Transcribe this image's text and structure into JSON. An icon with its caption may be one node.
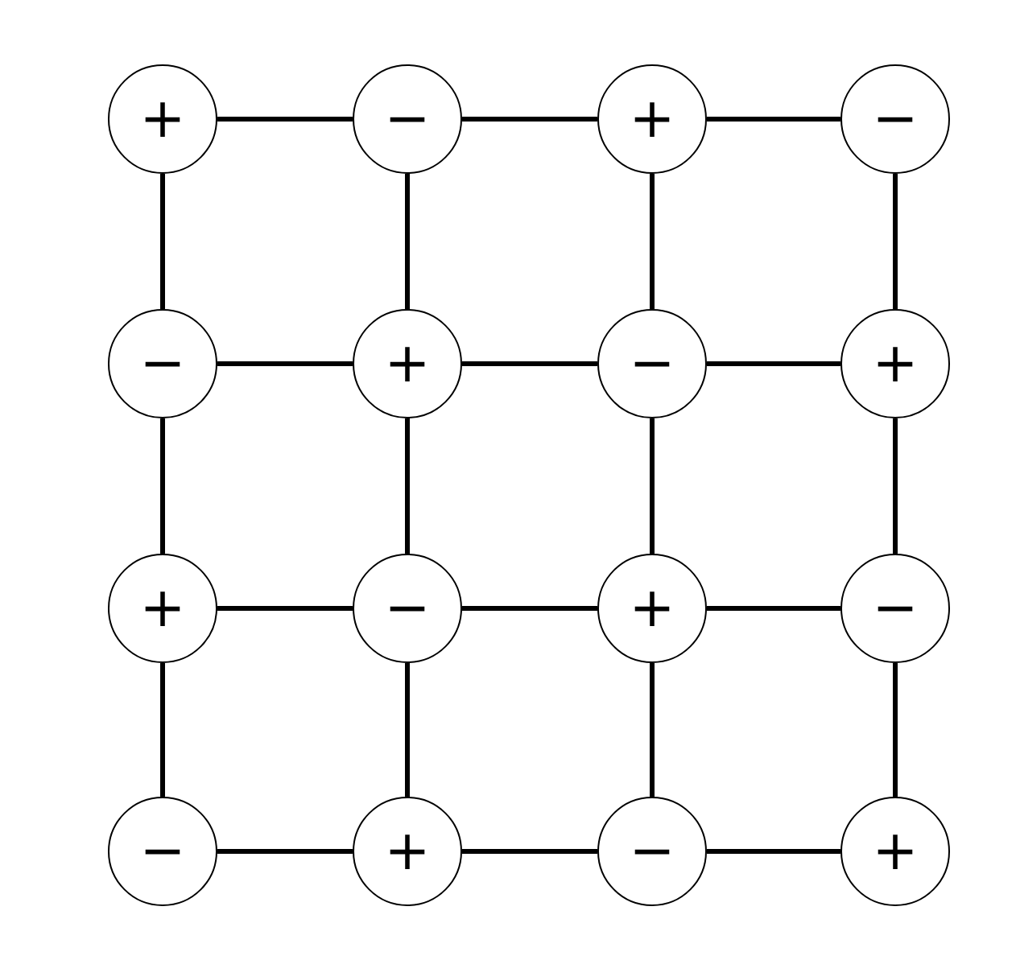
{
  "diagram": {
    "nodes": [
      {
        "text": [
          "+"
        ]
      },
      {
        "text": [
          "−"
        ]
      },
      {
        "text": [
          "+"
        ]
      },
      {
        "text": [
          "−"
        ]
      },
      {
        "text": [
          "−"
        ]
      },
      {
        "text": [
          "+"
        ]
      },
      {
        "text": [
          "−"
        ]
      },
      {
        "text": [
          "+"
        ]
      },
      {
        "text": [
          "+"
        ]
      },
      {
        "text": [
          "−"
        ]
      },
      {
        "text": [
          "+"
        ]
      },
      {
        "text": [
          "−"
        ]
      },
      {
        "text": [
          "−"
        ]
      },
      {
        "text": [
          "+"
        ]
      },
      {
        "text": [
          "−"
        ]
      },
      {
        "text": [
          "+"
        ]
      }
    ],
    "edges": [
      {
        "from": 0,
        "to": 1,
        "arrow": "none"
      },
      {
        "from": 1,
        "to": 2,
        "arrow": "none"
      },
      {
        "from": 2,
        "to": 3,
        "arrow": "none"
      },
      {
        "from": 0,
        "to": 4,
        "arrow": "none"
      },
      {
        "from": 1,
        "to": 5,
        "arrow": "none"
      },
      {
        "from": 2,
        "to": 6,
        "arrow": "none"
      },
      {
        "from": 3,
        "to": 7,
        "arrow": "none"
      },
      {
        "from": 4,
        "to": 5,
        "arrow": "none"
      },
      {
        "from": 5,
        "to": 6,
        "arrow": "none"
      },
      {
        "from": 6,
        "to": 7,
        "arrow": "none"
      },
      {
        "from": 4,
        "to": 8,
        "arrow": "none"
      },
      {
        "from": 5,
        "to": 9,
        "arrow": "none"
      },
      {
        "from": 6,
        "to": 10,
        "arrow": "none"
      },
      {
        "from": 7,
        "to": 11,
        "arrow": "none"
      },
      {
        "from": 8,
        "to": 9,
        "arrow": "none"
      },
      {
        "from": 9,
        "to": 10,
        "arrow": "none"
      },
      {
        "from": 10,
        "to": 11,
        "arrow": "none"
      },
      {
        "from": 8,
        "to": 12,
        "arrow": "none"
      },
      {
        "from": 9,
        "to": 13,
        "arrow": "none"
      },
      {
        "from": 10,
        "to": 14,
        "arrow": "none"
      },
      {
        "from": 11,
        "to": 15,
        "arrow": "none"
      },
      {
        "from": 12,
        "to": 13,
        "arrow": "none"
      },
      {
        "from": 13,
        "to": 14,
        "arrow": "none"
      },
      {
        "from": 14,
        "to": 15,
        "arrow": "none"
      }
    ]
  }
}
